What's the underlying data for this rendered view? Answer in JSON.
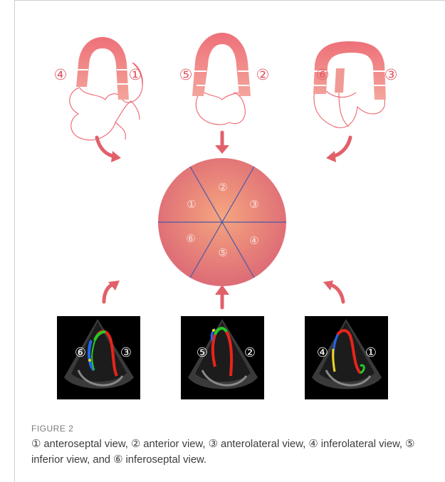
{
  "colors": {
    "segment": "#ec6f76",
    "segment_light": "#f5a09a",
    "arrow": "#e2606a",
    "circle_center": "#f4a07b",
    "circle_edge": "#dd6b76",
    "circle_divider": "#4a5aa8",
    "trace_red": "#e8241b",
    "trace_green": "#26c926",
    "trace_blue": "#2266ee",
    "trace_yellow": "#f2d21a",
    "echo_background": "#000000"
  },
  "views": [
    {
      "left_number": "④",
      "right_number": "①"
    },
    {
      "left_number": "⑤",
      "right_number": "②"
    },
    {
      "left_number": "⑥",
      "right_number": "③"
    }
  ],
  "bullseye": {
    "segments": [
      "②",
      "③",
      "④",
      "⑤",
      "⑥",
      "①"
    ]
  },
  "echo_images": [
    {
      "left_number": "⑥",
      "right_number": "③"
    },
    {
      "left_number": "⑤",
      "right_number": "②"
    },
    {
      "left_number": "④",
      "right_number": "①"
    }
  ],
  "caption": {
    "label": "FIGURE 2",
    "text": "① anteroseptal view, ② anterior view, ③ anterolateral view, ④ inferolateral view, ⑤ inferior view, and ⑥ inferoseptal view."
  }
}
